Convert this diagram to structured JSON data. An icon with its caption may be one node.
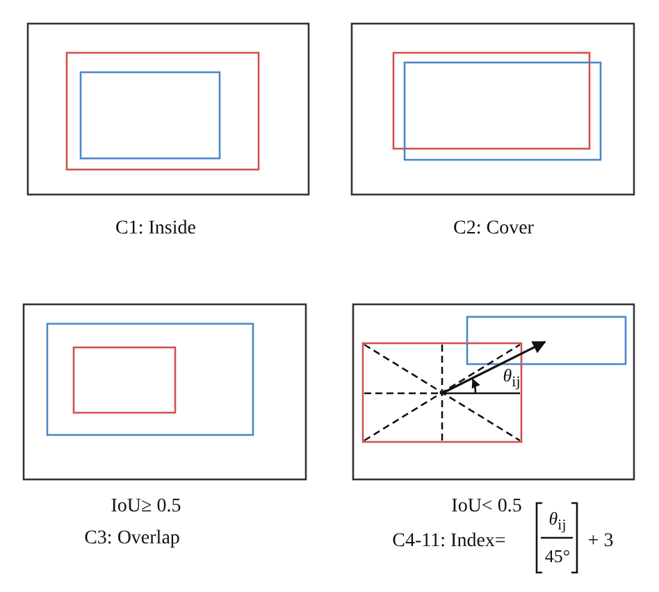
{
  "diagram": {
    "labels": [
      "C1: Inside",
      "C2: Cover",
      "IoU≥ 0.5",
      "C3: Overlap",
      "*θ*$_{ij}$",
      "IoU< 0.5",
      "C4-11: Index=",
      "*θ*$_{ij}$",
      "45°",
      "+ 3"
    ]
  }
}
